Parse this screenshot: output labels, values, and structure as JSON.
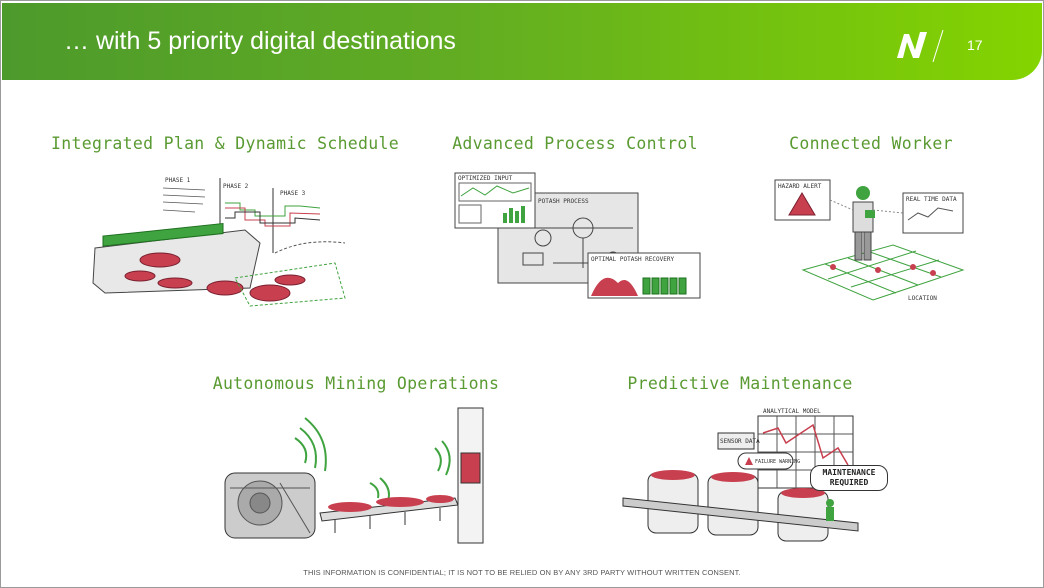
{
  "header": {
    "title": "… with 5 priority digital destinations",
    "page_number": "17",
    "logo_letter": "N"
  },
  "destinations": [
    {
      "title": "Integrated Plan & Dynamic Schedule",
      "labels": [
        "PHASE 1",
        "PHASE 2",
        "PHASE 3"
      ]
    },
    {
      "title": "Advanced Process Control",
      "labels": [
        "OPTIMIZED INPUT",
        "POTASH PROCESS",
        "OPTIMAL POTASH RECOVERY"
      ]
    },
    {
      "title": "Connected Worker",
      "labels": [
        "HAZARD ALERT",
        "REAL TIME DATA",
        "LOCATION"
      ]
    },
    {
      "title": "Autonomous Mining Operations",
      "labels": []
    },
    {
      "title": "Predictive Maintenance",
      "labels": [
        "ANALYTICAL MODEL",
        "SENSOR DATA",
        "FAILURE WARNING",
        "MAINTENANCE REQUIRED"
      ]
    }
  ],
  "footer": {
    "disclaimer": "THIS INFORMATION IS CONFIDENTIAL; IT IS NOT TO BE RELIED ON BY ANY 3RD PARTY WITHOUT WRITTEN CONSENT."
  },
  "colors": {
    "accent": "#5a9a32",
    "header_start": "#4d9a2c",
    "header_end": "#84d400",
    "highlight_red": "#c8404f",
    "sketch_green": "#3fa33f"
  }
}
